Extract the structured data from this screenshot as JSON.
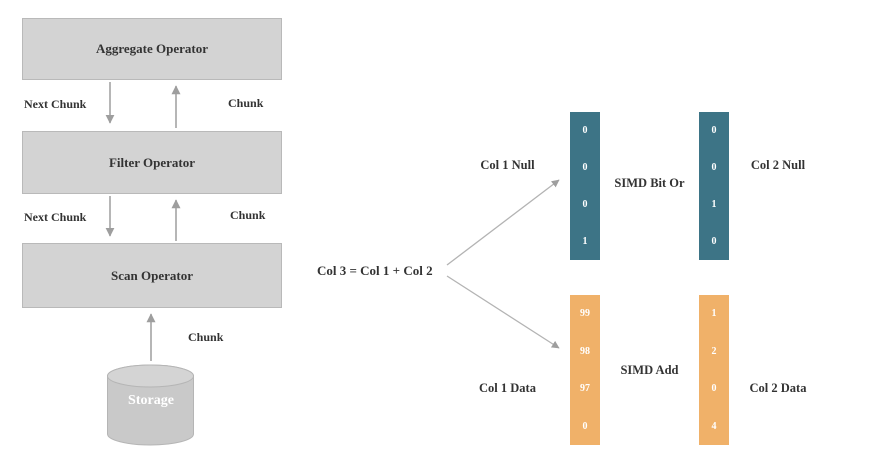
{
  "pipeline": {
    "operators": [
      {
        "label": "Aggregate Operator"
      },
      {
        "label": "Filter Operator"
      },
      {
        "label": "Scan Operator"
      }
    ],
    "edges": [
      {
        "down_label": "Next Chunk",
        "up_label": "Chunk"
      },
      {
        "down_label": "Next Chunk",
        "up_label": "Chunk"
      }
    ],
    "storage": {
      "label": "Storage",
      "chunk_label": "Chunk"
    }
  },
  "simd": {
    "expression": "Col 3 = Col 1 + Col 2",
    "null_section": {
      "left_label": "Col 1 Null",
      "op_label": "SIMD Bit Or",
      "right_label": "Col 2 Null",
      "col1_values": [
        "0",
        "0",
        "0",
        "1"
      ],
      "col2_values": [
        "0",
        "0",
        "1",
        "0"
      ]
    },
    "data_section": {
      "left_label": "Col 1 Data",
      "op_label": "SIMD Add",
      "right_label": "Col 2 Data",
      "col1_values": [
        "99",
        "98",
        "97",
        "0"
      ],
      "col2_values": [
        "1",
        "2",
        "0",
        "4"
      ]
    }
  },
  "colors": {
    "box_fill": "#d3d3d3",
    "box_border": "#b9b9b9",
    "teal": "#3d7486",
    "orange": "#f0b169",
    "arrow": "#9e9e9e",
    "text": "#333333"
  }
}
